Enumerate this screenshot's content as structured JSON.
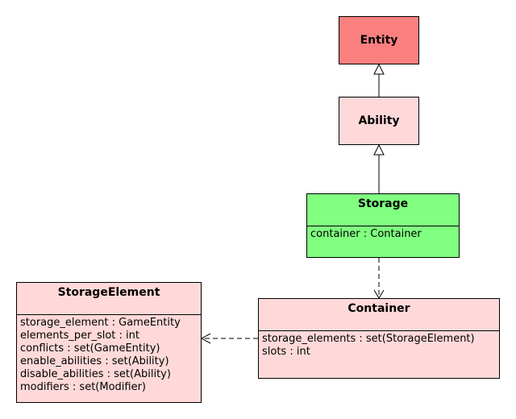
{
  "colors": {
    "entity_fill": "#fa8080",
    "default_fill": "#ffd9d9",
    "storage_fill": "#80ff80",
    "stroke": "#000000"
  },
  "classes": {
    "entity": {
      "name": "Entity"
    },
    "ability": {
      "name": "Ability"
    },
    "storage": {
      "name": "Storage",
      "attributes": [
        "container : Container"
      ]
    },
    "container": {
      "name": "Container",
      "attributes": [
        "storage_elements : set(StorageElement)",
        "slots : int"
      ]
    },
    "storage_element": {
      "name": "StorageElement",
      "attributes": [
        "storage_element : GameEntity",
        "elements_per_slot : int",
        "conflicts : set(GameEntity)",
        "enable_abilities : set(Ability)",
        "disable_abilities : set(Ability)",
        "modifiers : set(Modifier)"
      ]
    }
  },
  "relations": [
    {
      "from": "ability",
      "to": "entity",
      "kind": "inheritance"
    },
    {
      "from": "storage",
      "to": "ability",
      "kind": "inheritance"
    },
    {
      "from": "storage",
      "to": "container",
      "kind": "dependency"
    },
    {
      "from": "container",
      "to": "storage_element",
      "kind": "dependency"
    }
  ]
}
